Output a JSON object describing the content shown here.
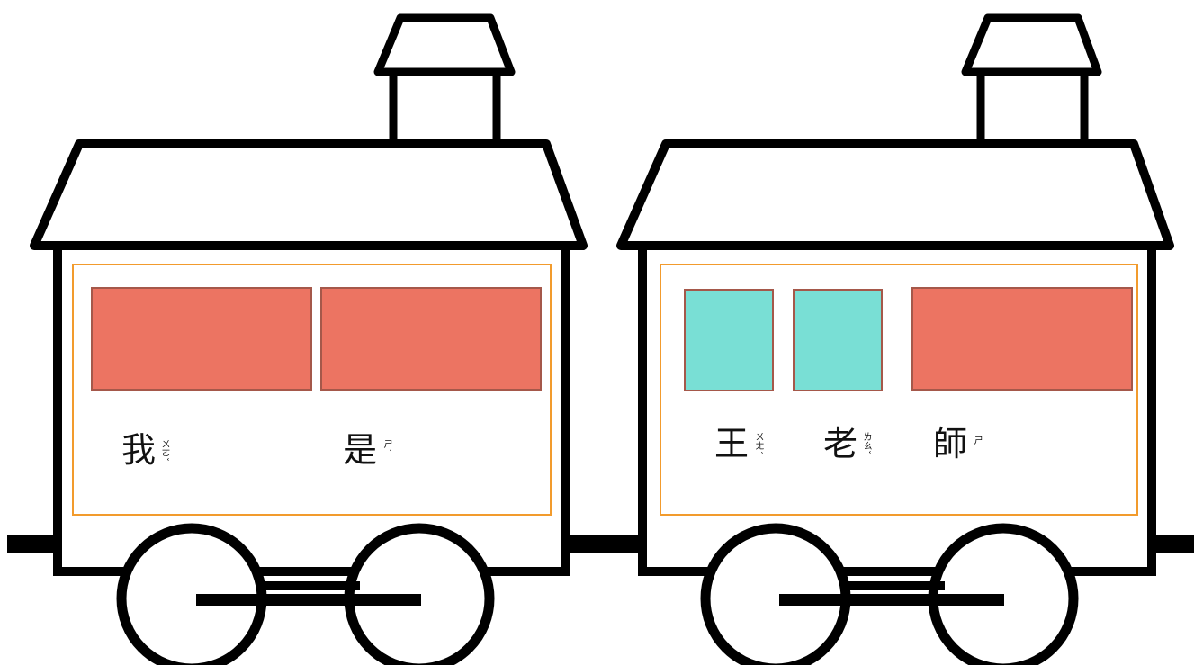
{
  "colors": {
    "outline": "#000000",
    "panel_border": "#F29B2D",
    "block_red": "#EC7462",
    "block_teal": "#79DFD5",
    "block_border": "#A5584A"
  },
  "cars": [
    {
      "blocks": [
        {
          "color": "red"
        },
        {
          "color": "red"
        }
      ],
      "words": [
        {
          "char": "我",
          "zhuyin": "ㄨㄛˇ"
        },
        {
          "char": "是",
          "zhuyin": "ㄕˋ"
        }
      ]
    },
    {
      "blocks": [
        {
          "color": "teal"
        },
        {
          "color": "teal"
        },
        {
          "color": "red"
        }
      ],
      "words": [
        {
          "char": "王",
          "zhuyin": "ㄨㄤˊ"
        },
        {
          "char": "老",
          "zhuyin": "ㄌㄠˇ"
        },
        {
          "char": "師",
          "zhuyin": "ㄕ"
        }
      ]
    }
  ]
}
